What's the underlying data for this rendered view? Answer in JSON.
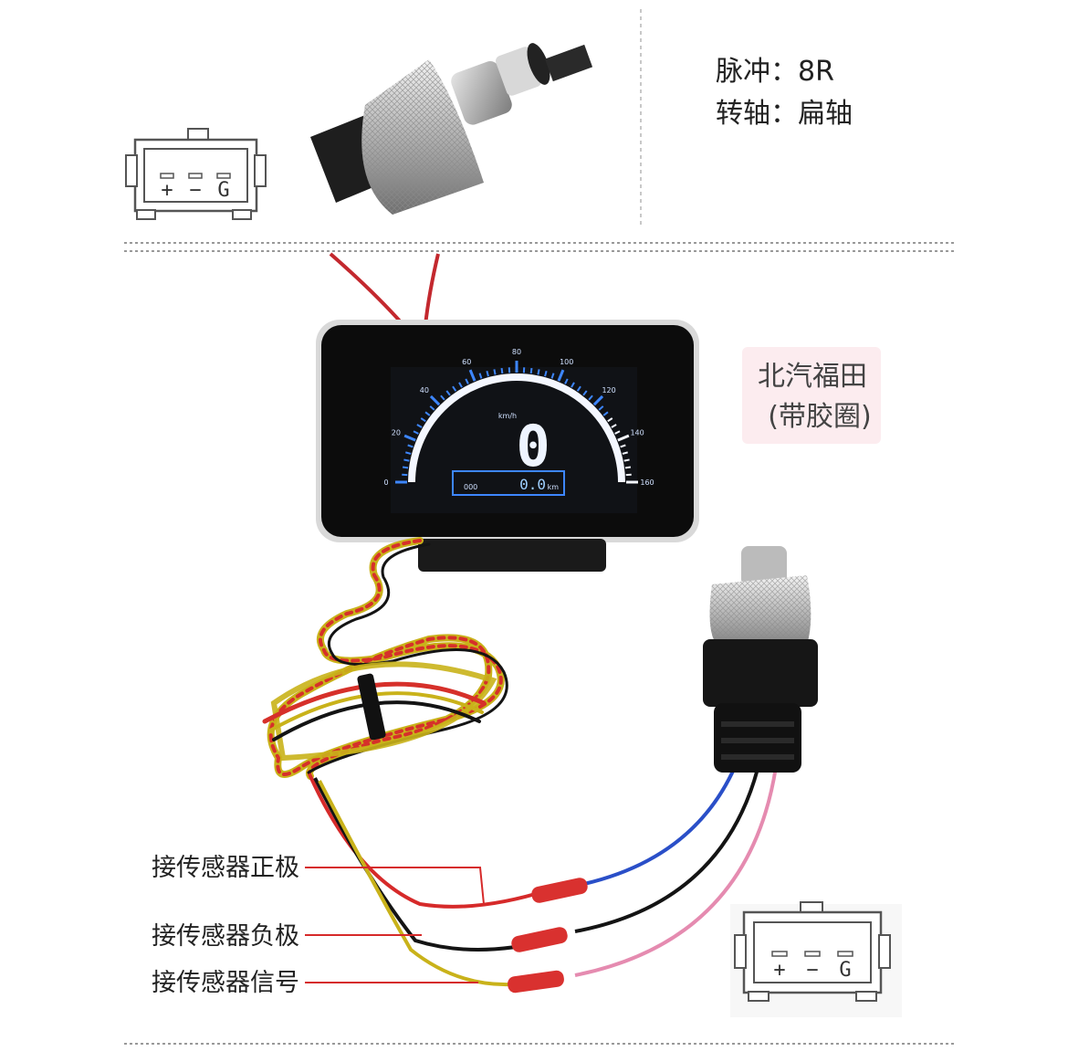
{
  "specs": {
    "pulse": "脉冲：8R",
    "shaft": "转轴：扁轴"
  },
  "badge": {
    "line1": "北汽福田",
    "line2": "(带胶圈)"
  },
  "connector": {
    "pins": [
      "+",
      "−",
      "G"
    ]
  },
  "gauge": {
    "unit": "km/h",
    "speed": "0",
    "odometer": "0.0",
    "odo_unit": "km",
    "trip": "000",
    "ticks": [
      "0",
      "20",
      "40",
      "60",
      "80",
      "100",
      "120",
      "140",
      "160"
    ]
  },
  "wires": {
    "positive": "接传感器正极",
    "negative": "接传感器负极",
    "signal": "接传感器信号"
  },
  "colors": {
    "red": "#d62a2a",
    "black": "#141414",
    "yellow": "#c9b21a",
    "blue": "#2a4fc8",
    "pink": "#e58bb0",
    "lcd_blue": "#3d86ff"
  }
}
